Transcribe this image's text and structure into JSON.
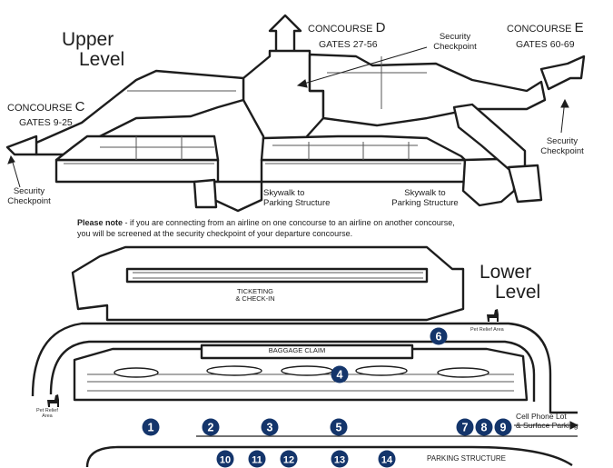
{
  "upper_level": {
    "line1": "Upper",
    "line2": "Level"
  },
  "lower_level": {
    "line1": "Lower",
    "line2": "Level"
  },
  "concourses": {
    "c": {
      "prefix": "CONCOURSE",
      "letter": "C",
      "gates": "GATES 9-25"
    },
    "d": {
      "prefix": "CONCOURSE",
      "letter": "D",
      "gates": "GATES 27-56"
    },
    "e": {
      "prefix": "CONCOURSE",
      "letter": "E",
      "gates": "GATES 60-69"
    }
  },
  "security": {
    "top": {
      "line1": "Security",
      "line2": "Checkpoint"
    },
    "left": {
      "line1": "Security",
      "line2": "Checkpoint"
    },
    "right": {
      "line1": "Security",
      "line2": "Checkpoint"
    }
  },
  "skywalks": {
    "left": {
      "line1": "Skywalk to",
      "line2": "Parking Structure"
    },
    "right": {
      "line1": "Skywalk to",
      "line2": "Parking Structure"
    }
  },
  "note": {
    "bold": "Please note",
    "line1": " - if you are connecting from an airline on one concourse to an airline on another concourse,",
    "line2": "you will be screened at the security checkpoint of your departure concourse."
  },
  "areas": {
    "ticketing_line1": "TICKETING",
    "ticketing_line2": "& CHECK-IN",
    "baggage": "BAGGAGE CLAIM",
    "parking": "PARKING STRUCTURE",
    "cell_phone_line1": "Cell Phone Lot",
    "cell_phone_line2": "& Surface Parking"
  },
  "pet_relief": {
    "right": "Pet Relief Area",
    "left_line1": "Pet Relief",
    "left_line2": "Area"
  },
  "markers": [
    "1",
    "2",
    "3",
    "4",
    "5",
    "6",
    "7",
    "8",
    "9",
    "10",
    "11",
    "12",
    "13",
    "14"
  ],
  "colors": {
    "marker": "#14356b",
    "outline": "#1d1d1d",
    "fill": "#ffffff",
    "detail": "#555555"
  }
}
